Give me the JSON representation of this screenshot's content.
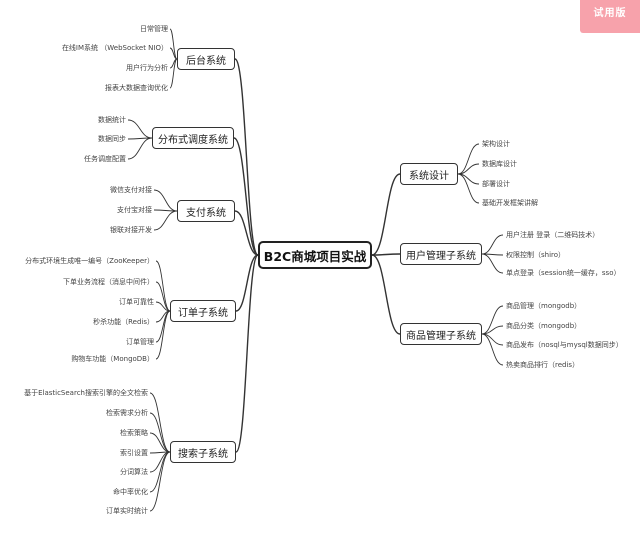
{
  "badge": {
    "label": "试用版"
  },
  "root": {
    "label": "B2C商城项目实战"
  },
  "branches": {
    "admin": {
      "label": "后台系统",
      "children": [
        "日常管理",
        "在线IM系统 （WebSocket NIO）",
        "用户行为分析",
        "报表大数据查询优化"
      ]
    },
    "dispatch": {
      "label": "分布式调度系统",
      "children": [
        "数据统计",
        "数据同步",
        "任务调度配置"
      ]
    },
    "payment": {
      "label": "支付系统",
      "children": [
        "微信支付对接",
        "支付宝对接",
        "银联对接开发"
      ]
    },
    "order": {
      "label": "订单子系统",
      "children": [
        "分布式环境生成唯一编号（ZooKeeper）",
        "下单业务流程（消息中间件）",
        "订单可靠性",
        "秒杀功能（Redis）",
        "订单管理",
        "购物车功能（MongoDB）"
      ]
    },
    "search": {
      "label": "搜索子系统",
      "children": [
        "基于ElasticSearch搜索引擎的全文检索",
        "检索需求分析",
        "检索策略",
        "索引设置",
        "分词算法",
        "命中率优化",
        "订单实时统计"
      ]
    },
    "design": {
      "label": "系统设计",
      "children": [
        "架构设计",
        "数据库设计",
        "部署设计",
        "基础开发框架讲解"
      ]
    },
    "user": {
      "label": "用户管理子系统",
      "children": [
        "用户注册 登录（二维码技术）",
        "权限控制（shiro）",
        "单点登录（session统一缓存，sso）"
      ]
    },
    "product": {
      "label": "商品管理子系统",
      "children": [
        "商品管理（mongodb）",
        "商品分类（mongodb）",
        "商品发布（nosql与mysql数据同步）",
        "热卖商品排行（redis）"
      ]
    }
  }
}
